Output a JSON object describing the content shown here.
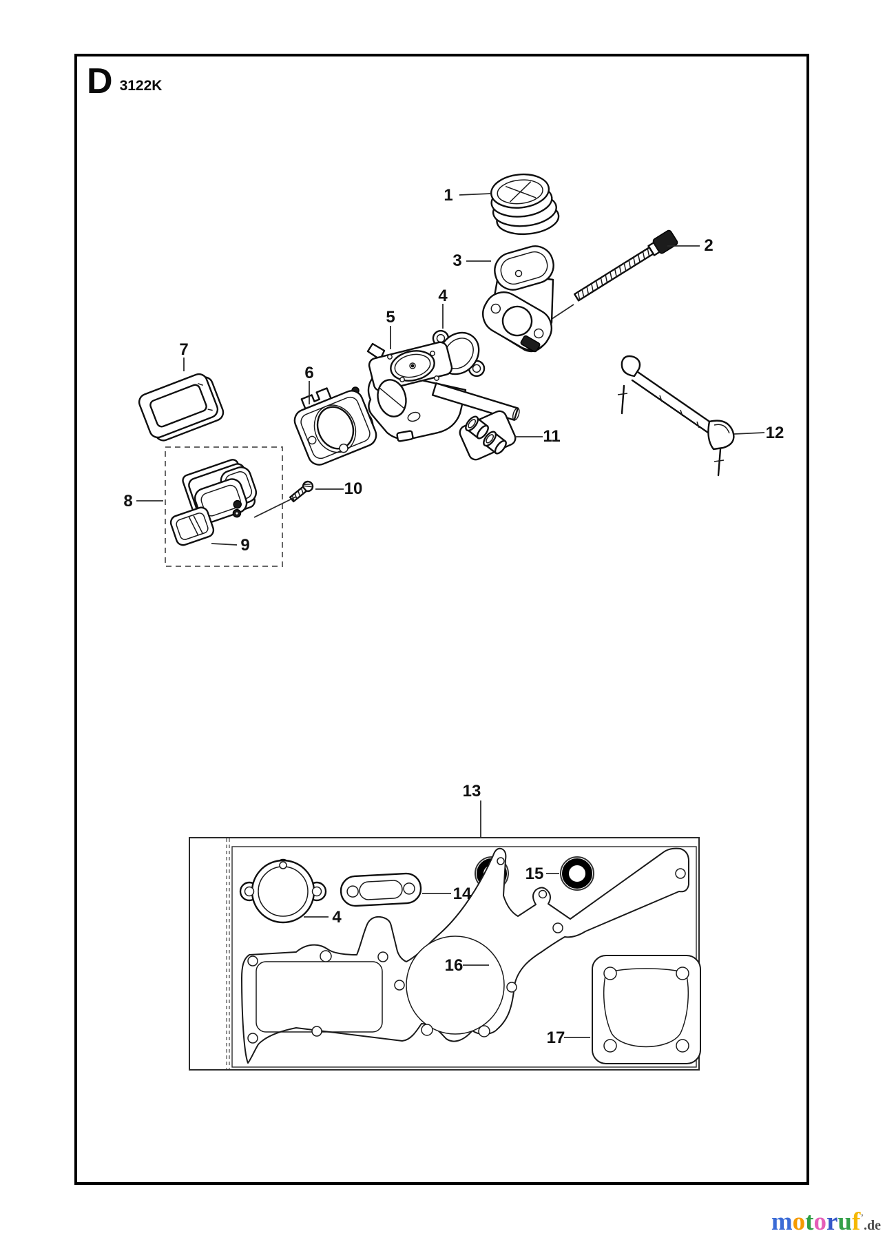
{
  "header": {
    "letter": "D",
    "code": "3122K"
  },
  "callouts": {
    "c1": {
      "num": "1"
    },
    "c2": {
      "num": "2"
    },
    "c3": {
      "num": "3"
    },
    "c4": {
      "num": "4"
    },
    "c5": {
      "num": "5"
    },
    "c6": {
      "num": "6"
    },
    "c7": {
      "num": "7"
    },
    "c8": {
      "num": "8"
    },
    "c9": {
      "num": "9"
    },
    "c10": {
      "num": "10"
    },
    "c11": {
      "num": "11"
    },
    "c12": {
      "num": "12"
    },
    "c13": {
      "num": "13"
    },
    "c14": {
      "num": "14"
    },
    "c15": {
      "num": "15"
    },
    "c16": {
      "num": "16"
    },
    "c17": {
      "num": "17"
    },
    "c4b": {
      "num": "4"
    }
  },
  "logo": {
    "letters": [
      {
        "ch": "m",
        "style": "color:#3a6bd6"
      },
      {
        "ch": "o",
        "style": "color:#f59a00"
      },
      {
        "ch": "t",
        "style": "color:#2e9e44"
      },
      {
        "ch": "o",
        "style": "color:#e55fb8"
      },
      {
        "ch": "r",
        "style": "color:#3558c8"
      },
      {
        "ch": "u",
        "style": "color:#35a04a"
      },
      {
        "ch": "f",
        "style": "color:#f5b800"
      }
    ],
    "tick": "’",
    "tld": ".de"
  }
}
